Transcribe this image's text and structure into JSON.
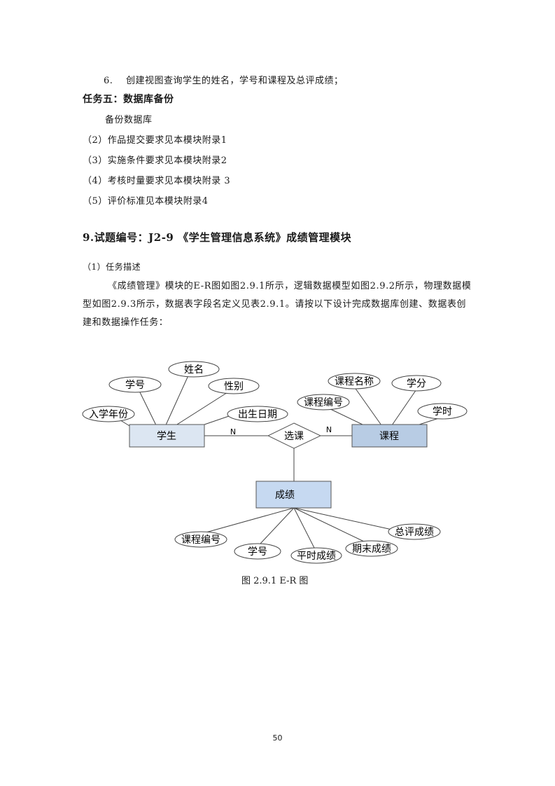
{
  "item6": {
    "num": "6.",
    "text": "创建视图查询学生的姓名，学号和课程及总评成绩；"
  },
  "task5": {
    "title": "任务五：数据库备份",
    "line1": "备份数据库"
  },
  "list": [
    "（2）作品提交要求见本模块附录1",
    "（3）实施条件要求见本模块附录2",
    "（4）考核时量要求见本模块附录 3",
    "（5）评价标准见本模块附录4"
  ],
  "section": {
    "title": "9.试题编号：J2-9 《学生管理信息系统》成绩管理模块"
  },
  "desc": {
    "label": "（1）任务描述",
    "paragraph": "《成绩管理》模块的E-R图如图2.9.1所示，逻辑数据模型如图2.9.2所示，物理数据模型如图2.9.3所示，数据表字段名定义见表2.9.1。请按以下设计完成数据库创建、数据表创建和数据操作任务："
  },
  "er": {
    "entities": {
      "student": "学生",
      "course": "课程",
      "grade": "成绩"
    },
    "relationship": "选课",
    "cardinality": {
      "left": "N",
      "right": "N"
    },
    "student_attrs": {
      "name": "姓名",
      "id": "学号",
      "gender": "性别",
      "year": "入学年份",
      "birth": "出生日期"
    },
    "course_attrs": {
      "cname": "课程名称",
      "credit": "学分",
      "cno": "课程编号",
      "hours": "学时"
    },
    "grade_attrs": {
      "cno": "课程编号",
      "sid": "学号",
      "regular": "平时成绩",
      "final": "期末成绩",
      "total": "总评成绩"
    },
    "colors": {
      "student_fill": "#dce6f2",
      "course_fill": "#b8cce4",
      "grade_fill": "#c6d9f1",
      "stroke": "#555555"
    }
  },
  "caption": "图 2.9.1 E-R 图",
  "page_number": "50"
}
